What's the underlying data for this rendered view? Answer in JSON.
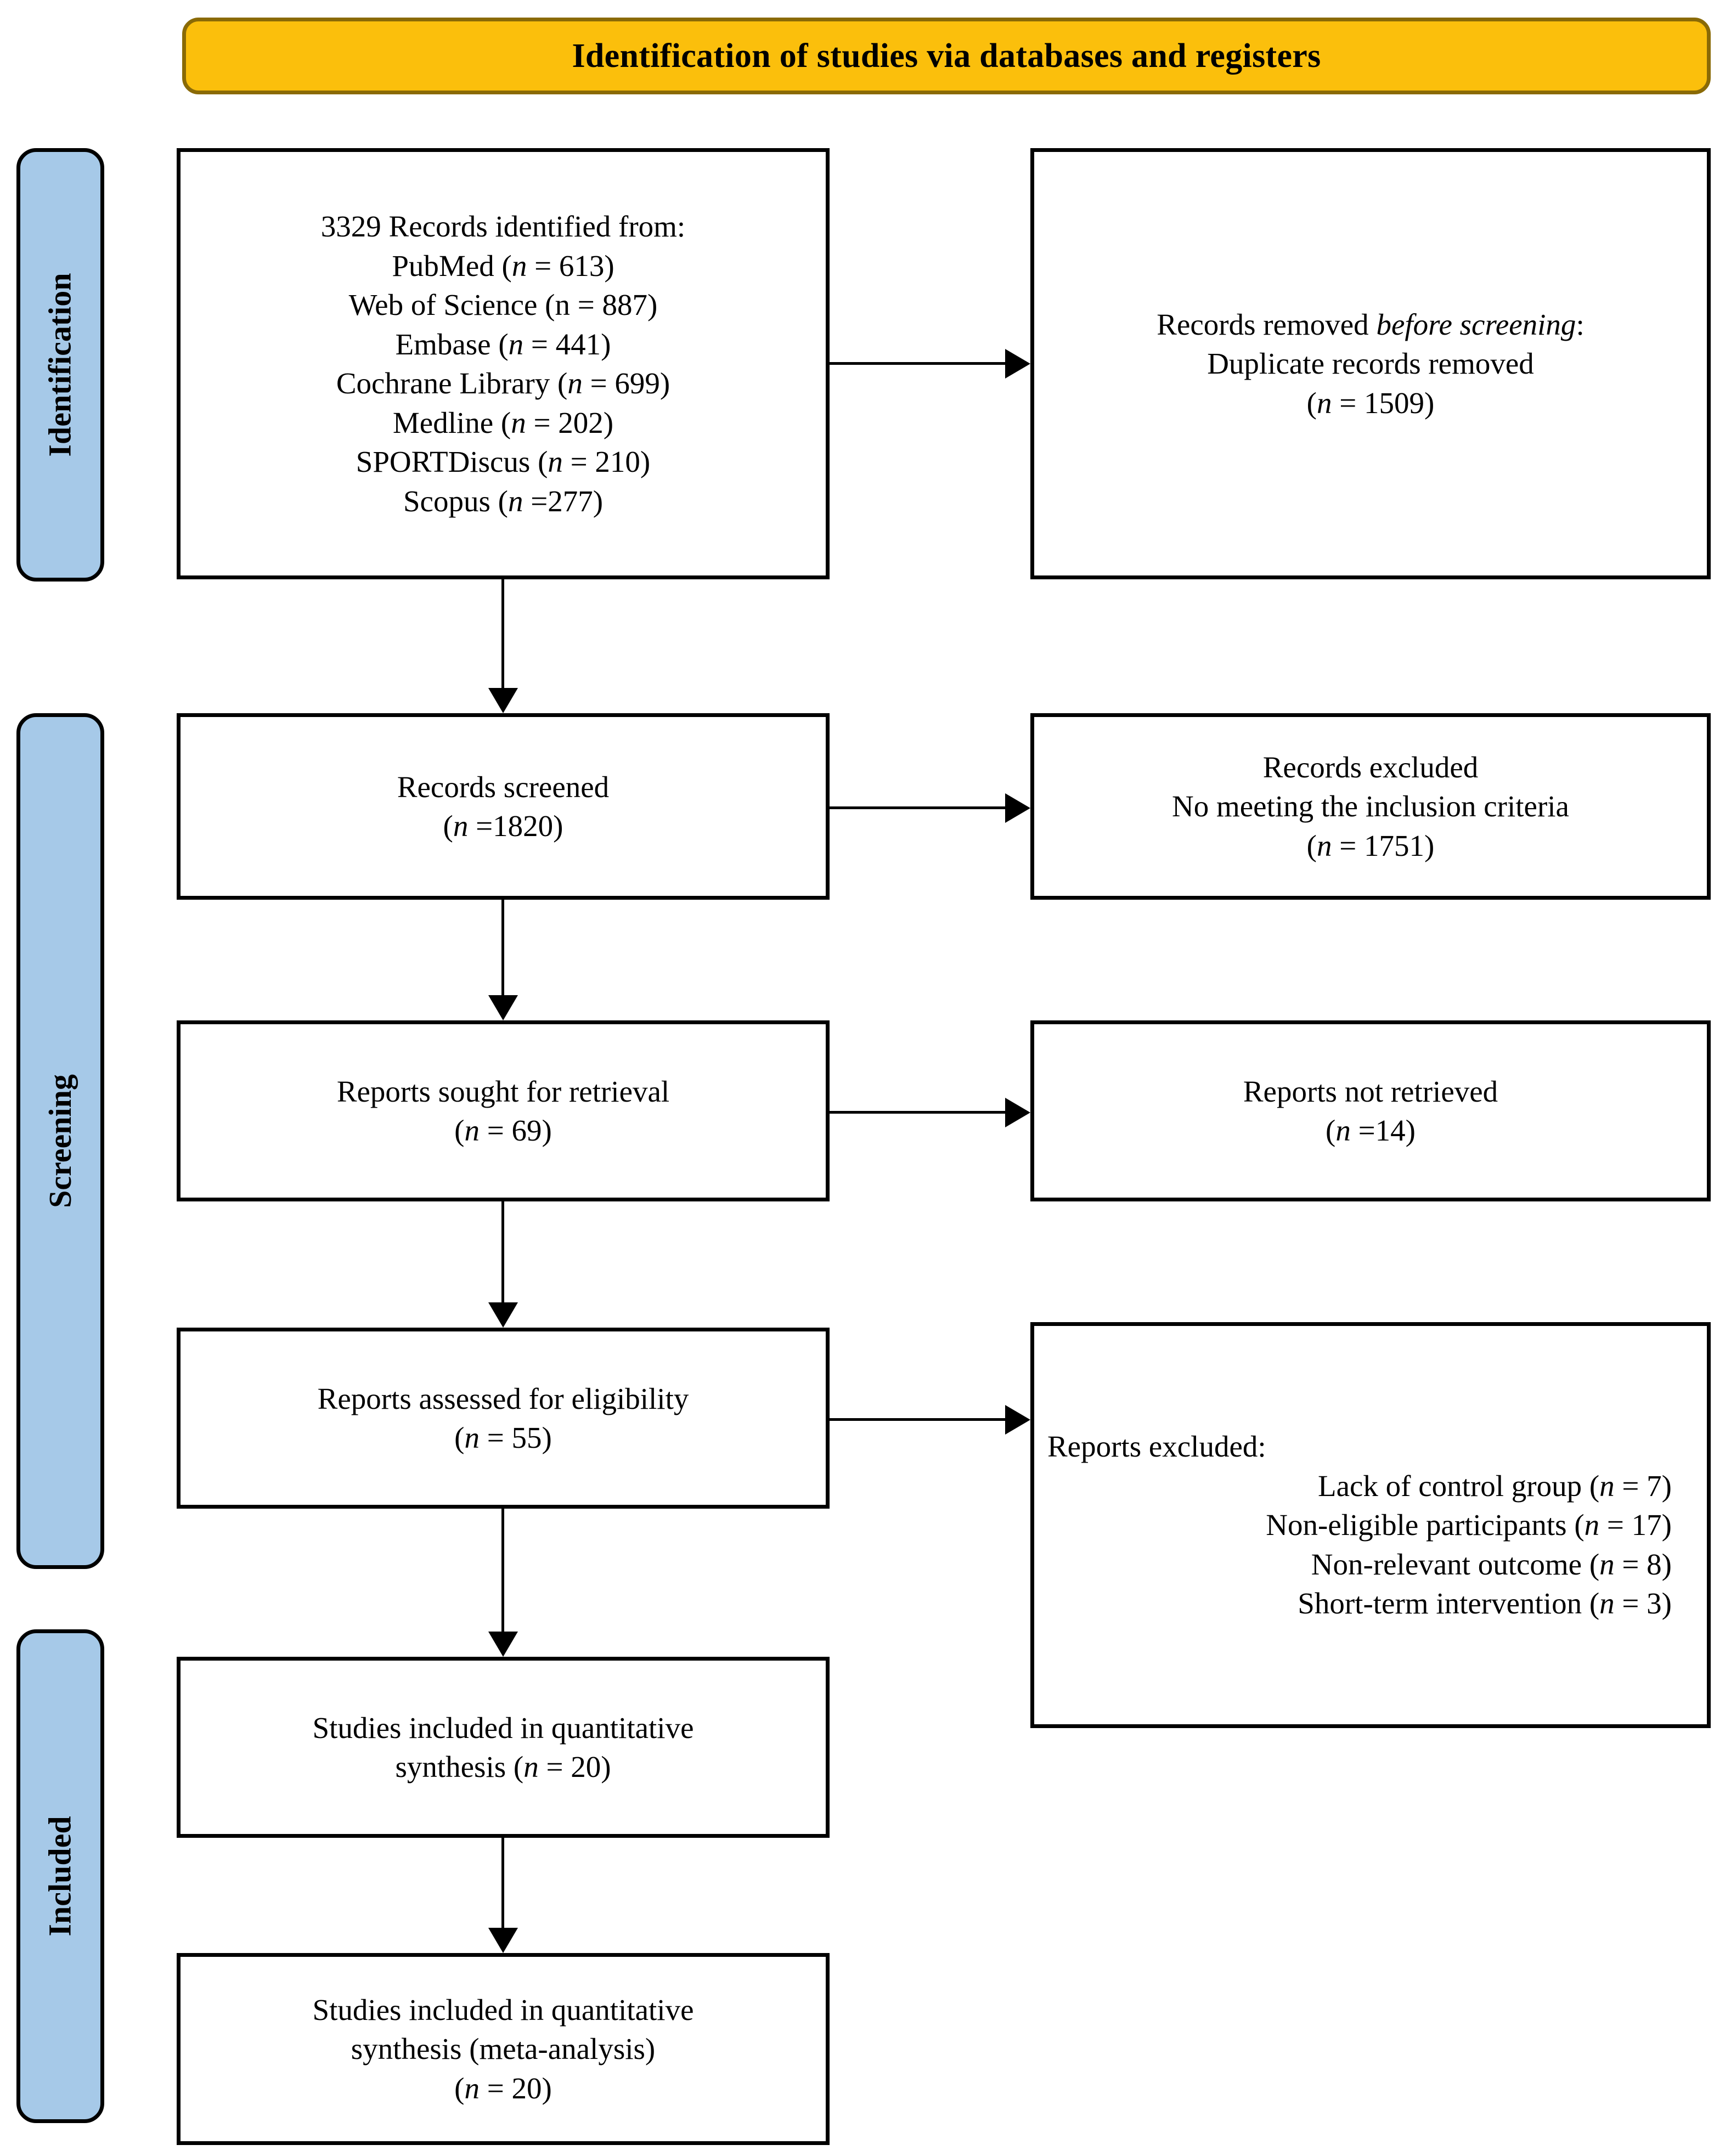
{
  "header": {
    "title": "Identification of studies via databases and registers",
    "bg_color": "#FBBF0C",
    "border_color": "#8A6A06"
  },
  "stages": {
    "bg_color": "#A6C9E8",
    "border_color": "#000000",
    "items": [
      {
        "label": "Identification"
      },
      {
        "label": "Screening"
      },
      {
        "label": "Included"
      }
    ]
  },
  "boxes": {
    "records_identified": {
      "heading": "3329 Records identified from:",
      "sources": [
        {
          "name": "PubMed",
          "n_label": "(n = 613)"
        },
        {
          "name": "Web of Science",
          "n_label": "(n = 887)"
        },
        {
          "name": "Embase",
          "n_label": "(n = 441)"
        },
        {
          "name": "Cochrane Library",
          "n_label": "(n = 699)"
        },
        {
          "name": "Medline",
          "n_label": "(n = 202)"
        },
        {
          "name": "SPORTDiscus",
          "n_label": "(n = 210)"
        },
        {
          "name": "Scopus",
          "n_label": "(n =277)"
        }
      ],
      "line_1": "3329 Records identified from:",
      "line_2": "PubMed (n = 613)",
      "line_3": "Web of Science (n = 887)",
      "line_4": "Embase (n = 441)",
      "line_5": "Cochrane Library (n = 699)",
      "line_6": "Medline (n = 202)",
      "line_7": "SPORTDiscus (n = 210)",
      "line_8": "Scopus (n =277)"
    },
    "records_removed": {
      "line_1_pre": "Records removed ",
      "line_1_em": "before screening",
      "line_1_post": ":",
      "line_2": "Duplicate records removed",
      "line_3": "(n = 1509)",
      "n_label": "(n = 1509)"
    },
    "records_screened": {
      "line_1": "Records screened",
      "line_2": "(n =1820)",
      "n_label": "(n =1820)"
    },
    "records_excluded": {
      "line_1": "Records excluded",
      "line_2": "No meeting the inclusion criteria",
      "line_3": "(n = 1751)",
      "n_label": "(n = 1751)"
    },
    "reports_sought": {
      "line_1": "Reports sought for retrieval",
      "line_2": "(n = 69)",
      "n_label": "(n = 69)"
    },
    "reports_not_retrieved": {
      "line_1": "Reports not retrieved",
      "line_2": "(n =14)",
      "n_label": "(n =14)"
    },
    "reports_assessed": {
      "line_1": "Reports assessed for eligibility",
      "line_2": "(n = 55)",
      "n_label": "(n = 55)"
    },
    "reports_excluded": {
      "line_1": "Reports excluded:",
      "reasons": [
        {
          "reason": "Lack of control group",
          "n_label": "(n = 7)"
        },
        {
          "reason": "Non-eligible participants",
          "n_label": "(n = 17)"
        },
        {
          "reason": "Non-relevant outcome",
          "n_label": "(n = 8)"
        },
        {
          "reason": "Short-term intervention",
          "n_label": "(n = 3)"
        }
      ],
      "line_2": "Lack of control group (n = 7)",
      "line_3": "Non-eligible participants (n = 17)",
      "line_4": "Non-relevant outcome (n = 8)",
      "line_5": "Short-term intervention (n = 3)"
    },
    "studies_quantitative": {
      "line_1": "Studies included in quantitative",
      "line_2": "synthesis (n = 20)",
      "n_label": "(n = 20)"
    },
    "studies_meta": {
      "line_1": "Studies included in quantitative",
      "line_2": "synthesis (meta-analysis)",
      "line_3": "(n = 20)",
      "n_label": "(n = 20)"
    }
  }
}
